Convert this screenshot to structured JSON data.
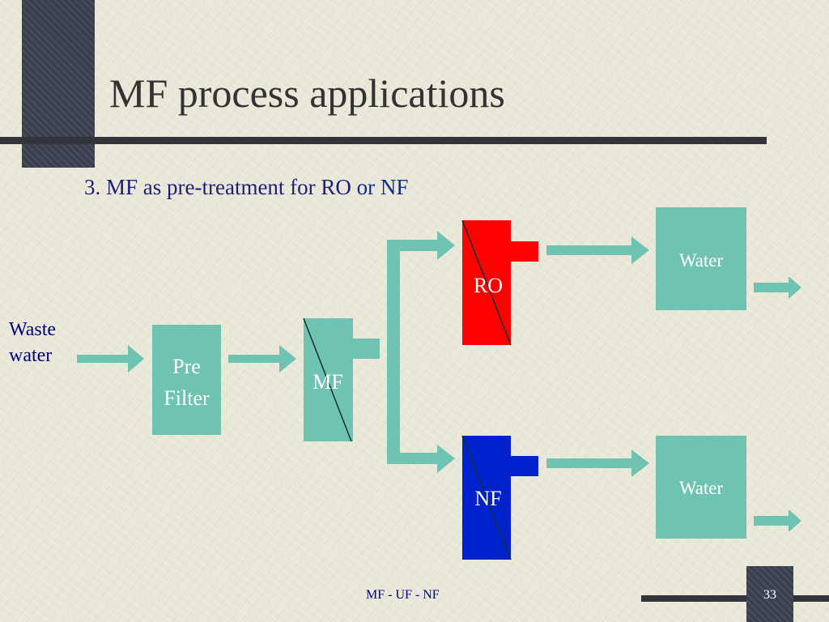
{
  "slide": {
    "title": "MF process applications",
    "subtitle_number": "3.",
    "subtitle_text": "MF as pre-treatment for RO",
    "subtitle_or": "or NF",
    "footer": "MF - UF - NF",
    "page_number": "33"
  },
  "diagram": {
    "input_label_line1": "Waste",
    "input_label_line2": "water",
    "prefilter_line1": "Pre",
    "prefilter_line2": "Filter",
    "mf_label": "MF",
    "ro_label": "RO",
    "nf_label": "NF",
    "water_top_label": "Water",
    "water_bottom_label": "Water",
    "colors": {
      "teal": "#6fc3b1",
      "ro_red": "#ff0000",
      "nf_blue": "#0022cc",
      "dark": "#3a3f4e"
    }
  }
}
